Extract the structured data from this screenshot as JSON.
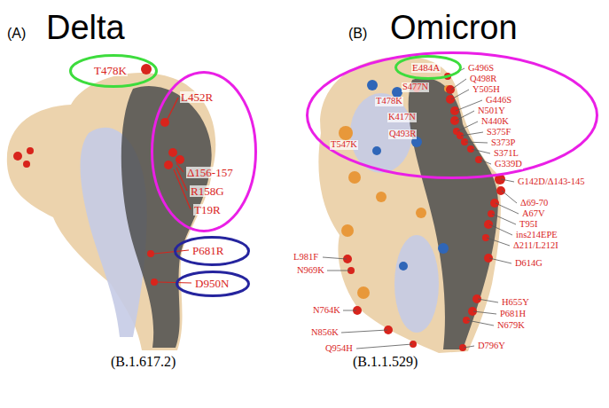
{
  "diagram": {
    "nodes": [
      {
        "text": [
          "T478K"
        ]
      },
      {
        "text": [
          "L452R",
          "Δ156-157",
          "R158G",
          "T19R"
        ]
      },
      {
        "text": [
          "P681R"
        ]
      },
      {
        "text": [
          "D950N"
        ]
      },
      {
        "text": [
          "S477N",
          "T478K",
          "K417N",
          "Q493R",
          "T547K",
          "G496S",
          "Q498R",
          "Y505H",
          "G446S",
          "N501Y",
          "N440K",
          "S375F",
          "S373P",
          "S371L",
          "G339D"
        ]
      },
      {
        "text": [
          "E484A"
        ],
        "in": 4
      }
    ],
    "labels": [
      "(A)",
      "Delta",
      "(B.1.617.2)",
      "(B)",
      "Omicron",
      "(B.1.1.529)",
      "G142D/Δ143-145",
      "Δ69-70",
      "A67V",
      "T95I",
      "ins214EPE",
      "Δ211/L212I",
      "D614G",
      "H655Y",
      "P681H",
      "N679K",
      "D796Y",
      "L981F",
      "N969K",
      "N764K",
      "N856K",
      "Q954H"
    ]
  }
}
